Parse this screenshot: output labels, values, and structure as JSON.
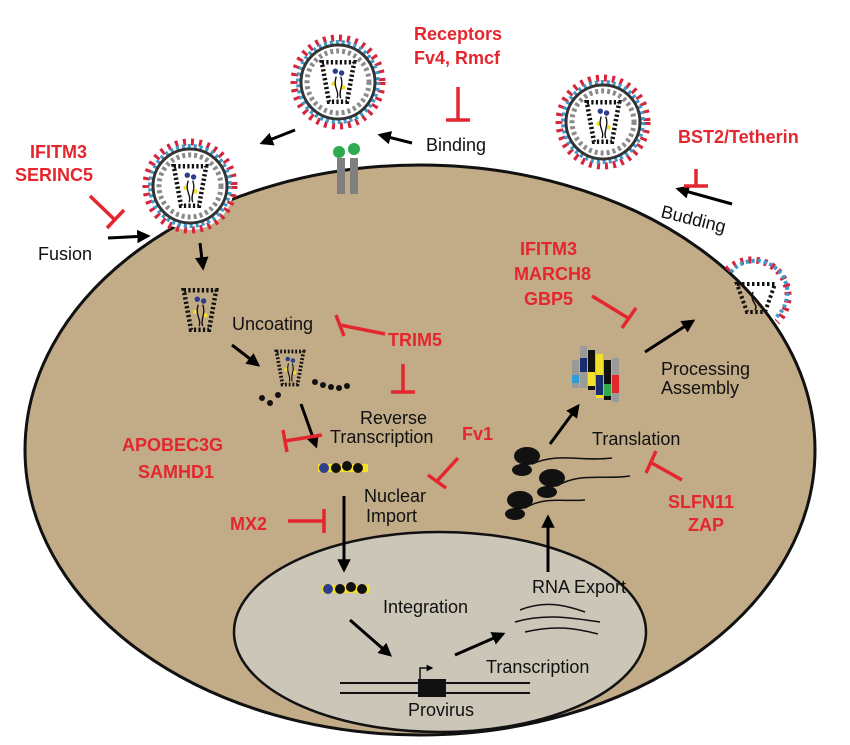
{
  "colors": {
    "cell": "#c2ab87",
    "nucleus": "#cbc6b8",
    "inhibitor": "#e4262f",
    "arrow": "#000000",
    "spike": "#d6243c",
    "membrane_dots": "#3e9ac8",
    "capsid": "#111111",
    "receptor_head": "#2eab4c",
    "receptor_stem": "#808080"
  },
  "steps": {
    "binding": "Binding",
    "fusion": "Fusion",
    "uncoating": "Uncoating",
    "reverse_transcription_1": "Reverse",
    "reverse_transcription_2": "Transcription",
    "nuclear_import_1": "Nuclear",
    "nuclear_import_2": "Import",
    "integration": "Integration",
    "transcription": "Transcription",
    "provirus": "Provirus",
    "rna_export": "RNA Export",
    "translation": "Translation",
    "processing_1": "Processing",
    "processing_2": "Assembly",
    "budding": "Budding"
  },
  "factors": {
    "receptors_1": "Receptors",
    "receptors_2": "Fv4, Rmcf",
    "ifitm3_serinc5_1": "IFITM3",
    "ifitm3_serinc5_2": "SERINC5",
    "trim5": "TRIM5",
    "apobec_samhd1_1": "APOBEC3G",
    "apobec_samhd1_2": "SAMHD1",
    "fv1": "Fv1",
    "mx2": "MX2",
    "ifitm3_march8_gbp5_1": "IFITM3",
    "ifitm3_march8_gbp5_2": "MARCH8",
    "ifitm3_march8_gbp5_3": "GBP5",
    "bst2": "BST2/Tetherin",
    "slfn11_zap_1": "SLFN11",
    "slfn11_zap_2": "ZAP"
  }
}
